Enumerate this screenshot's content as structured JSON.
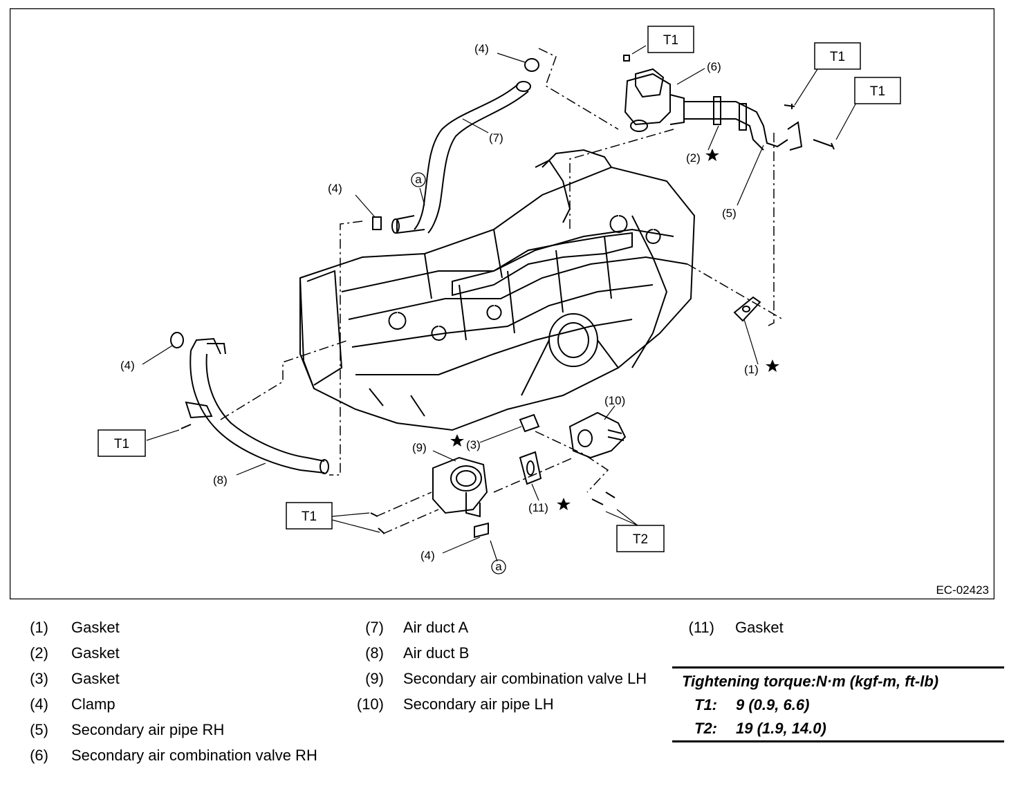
{
  "figure": {
    "id": "EC-02423",
    "callouts": [
      {
        "key": "c4a",
        "text": "(4)"
      },
      {
        "key": "c6",
        "text": "(6)"
      },
      {
        "key": "c7",
        "text": "(7)"
      },
      {
        "key": "c2",
        "text": "(2)"
      },
      {
        "key": "c4b",
        "text": "(4)"
      },
      {
        "key": "c5",
        "text": "(5)"
      },
      {
        "key": "c1",
        "text": "(1)"
      },
      {
        "key": "c4c",
        "text": "(4)"
      },
      {
        "key": "c10",
        "text": "(10)"
      },
      {
        "key": "c3",
        "text": "(3)"
      },
      {
        "key": "c9",
        "text": "(9)"
      },
      {
        "key": "c8",
        "text": "(8)"
      },
      {
        "key": "c11",
        "text": "(11)"
      },
      {
        "key": "c4d",
        "text": "(4)"
      },
      {
        "key": "ca1",
        "text": "a"
      },
      {
        "key": "ca2",
        "text": "a"
      }
    ],
    "torque_boxes": [
      "T1",
      "T1",
      "T1",
      "T1",
      "T1",
      "T2"
    ]
  },
  "legend": {
    "col1": [
      {
        "num": "(1)",
        "text": "Gasket"
      },
      {
        "num": "(2)",
        "text": "Gasket"
      },
      {
        "num": "(3)",
        "text": "Gasket"
      },
      {
        "num": "(4)",
        "text": "Clamp"
      },
      {
        "num": "(5)",
        "text": "Secondary air pipe RH"
      },
      {
        "num": "(6)",
        "text": "Secondary air combination valve RH"
      }
    ],
    "col2": [
      {
        "num": "(7)",
        "text": "Air duct A"
      },
      {
        "num": "(8)",
        "text": "Air duct B"
      },
      {
        "num": "(9)",
        "text": "Secondary air combination valve LH"
      },
      {
        "num": "(10)",
        "text": "Secondary air pipe LH"
      }
    ],
    "col3": [
      {
        "num": "(11)",
        "text": "Gasket"
      }
    ]
  },
  "torque": {
    "heading": "Tightening torque:N·m (kgf-m, ft-lb)",
    "rows": [
      {
        "key": "T1:",
        "value": "9 (0.9, 6.6)"
      },
      {
        "key": "T2:",
        "value": "19 (1.9, 14.0)"
      }
    ]
  }
}
